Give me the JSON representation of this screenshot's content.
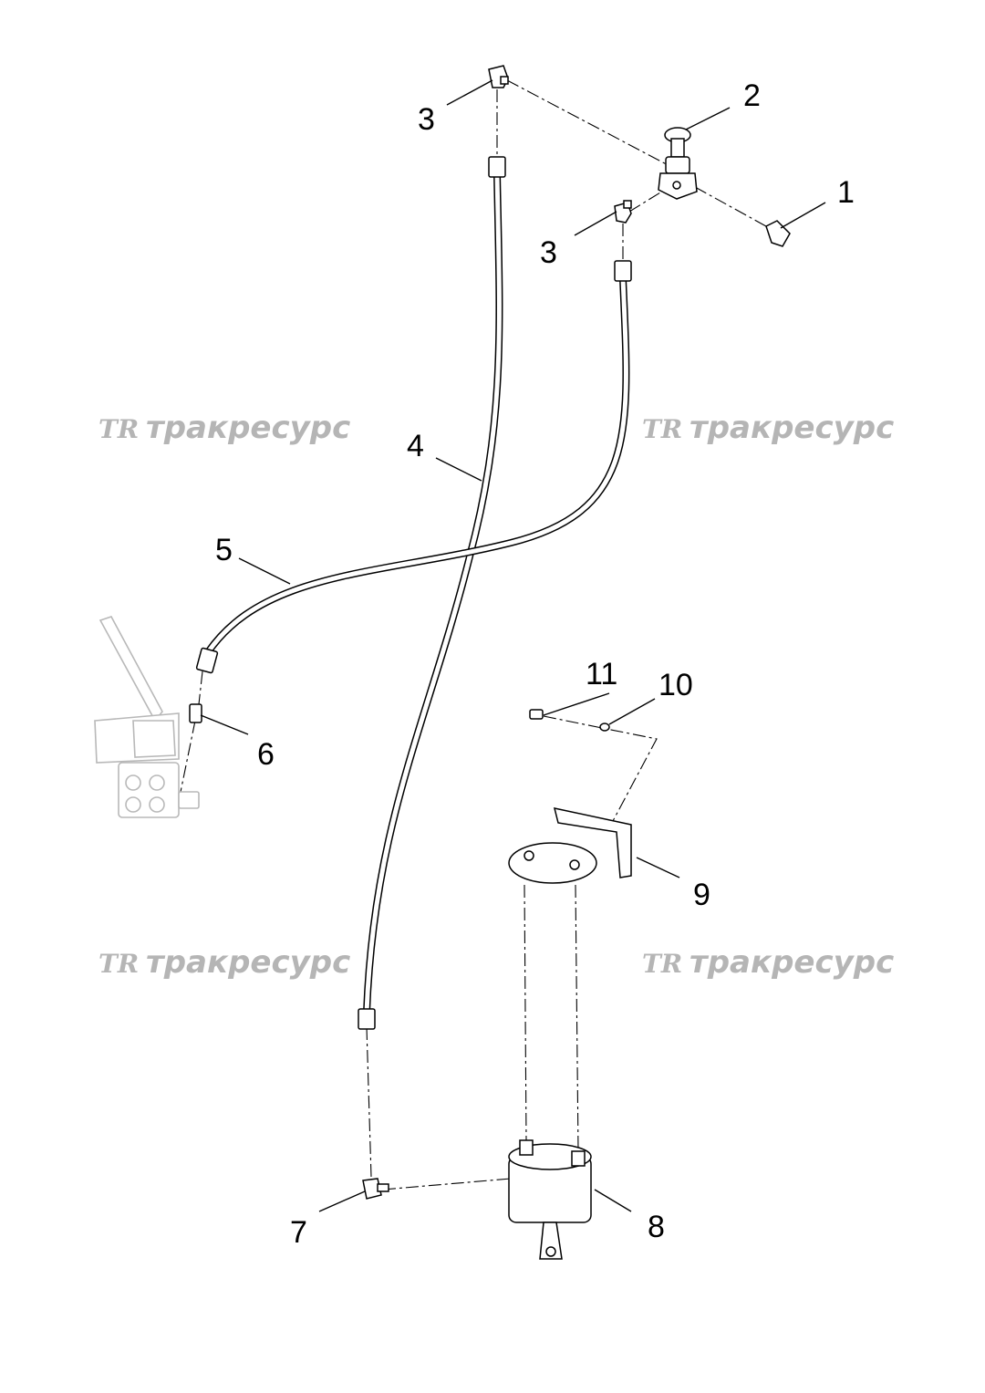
{
  "watermarks": [
    {
      "logo": "TR",
      "text": "тракресурс"
    },
    {
      "logo": "TR",
      "text": "тракресурс"
    },
    {
      "logo": "TR",
      "text": "тракресурс"
    },
    {
      "logo": "TR",
      "text": "тракресурс"
    }
  ],
  "callouts": {
    "c1": "1",
    "c2": "2",
    "c3a": "3",
    "c3b": "3",
    "c4": "4",
    "c5": "5",
    "c6": "6",
    "c7": "7",
    "c8": "8",
    "c9": "9",
    "c10": "10",
    "c11": "11"
  },
  "colors": {
    "line": "#000000",
    "ghost_part": "#b8b8b8",
    "watermark": "#b5b5b5",
    "background": "#ffffff"
  }
}
